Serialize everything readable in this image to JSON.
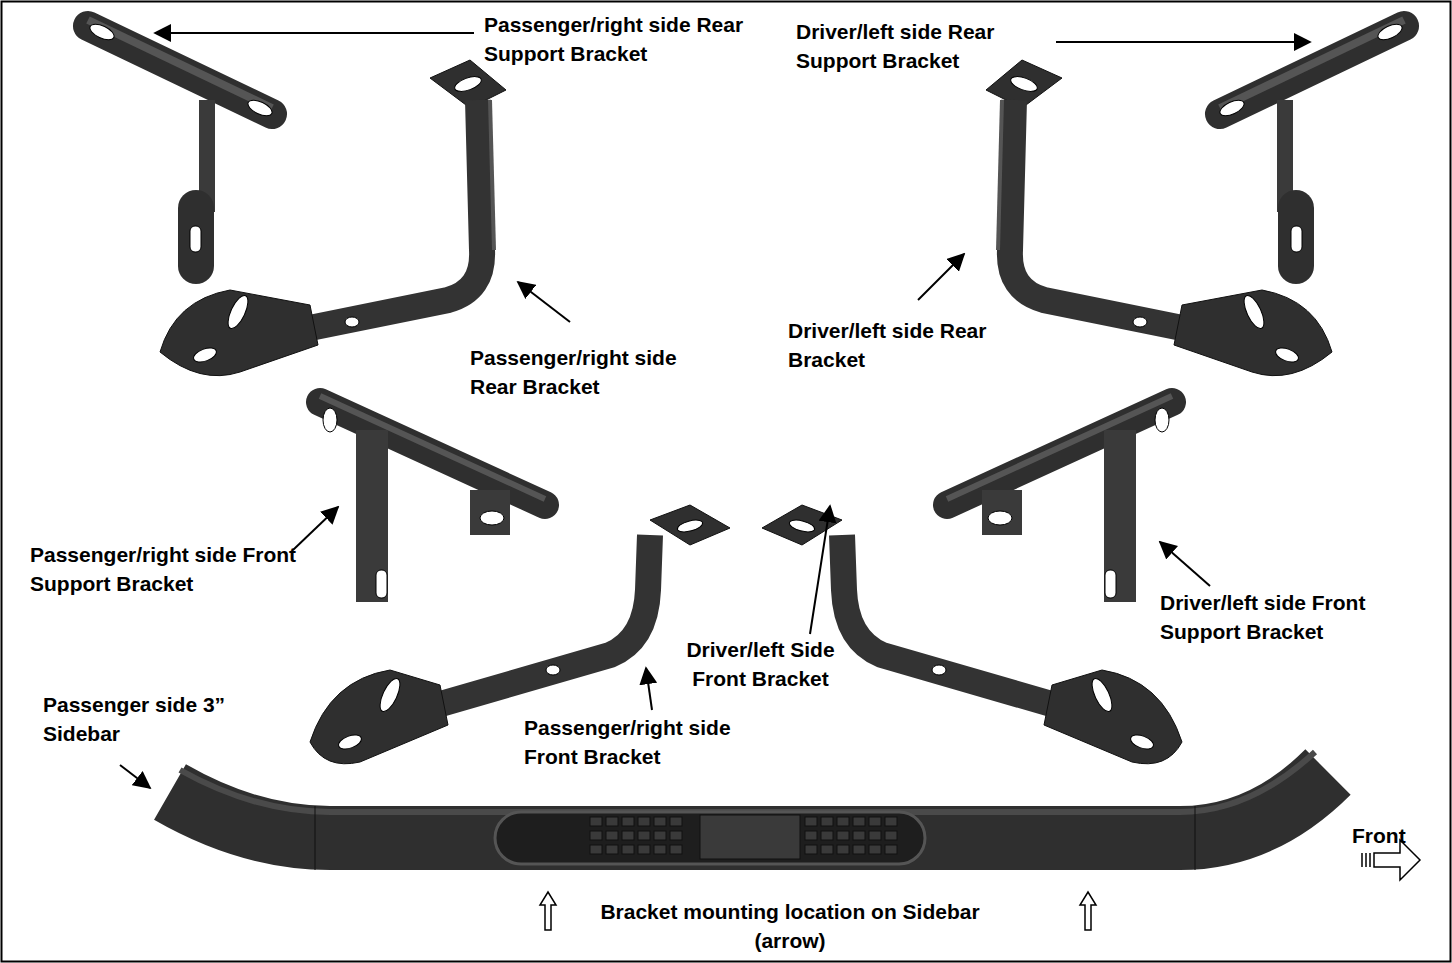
{
  "diagram": {
    "labels": [
      "Passenger/right side Rear Support Bracket",
      "Driver/left side Rear Support Bracket",
      "Passenger/right side Rear Bracket",
      "Driver/left side Rear Bracket",
      "Passenger/right side Front Support Bracket",
      "Driver/left Side Front Bracket",
      "Driver/left side Front Support Bracket",
      "Passenger/right side Front Bracket",
      "Passenger side 3” Sidebar",
      "Front",
      "Bracket mounting location on Sidebar (arrow)"
    ]
  }
}
